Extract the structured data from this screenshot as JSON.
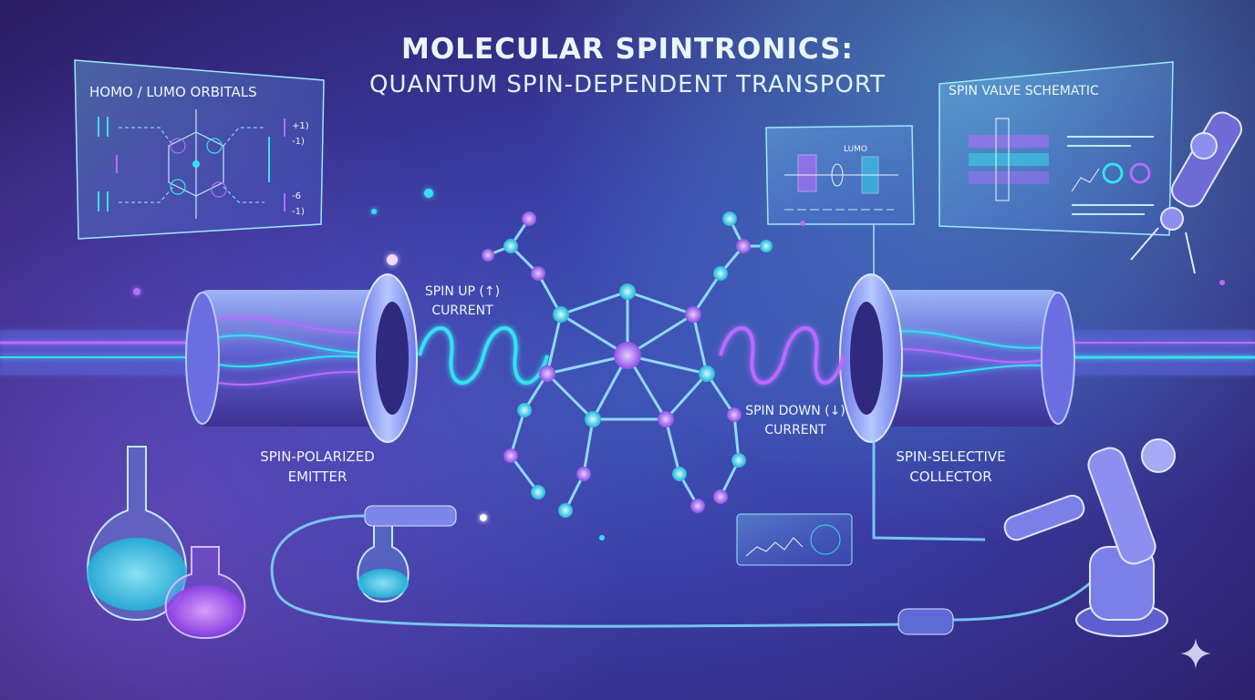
{
  "title": {
    "line1": "MOLECULAR SPINTRONICS:",
    "line2": "QUANTUM SPIN-DEPENDENT TRANSPORT"
  },
  "panels": {
    "left_panel_title": "HOMO / LUMO ORBITALS",
    "center_panel_tag": "LUMO",
    "right_panel_title": "SPIN VALVE SCHEMATIC",
    "left_panel_levels": [
      "+1)",
      "-1)",
      "-6",
      "-1)"
    ]
  },
  "labels": {
    "spin_up_line1": "SPIN UP (↑)",
    "spin_up_line2": "CURRENT",
    "spin_down_line1": "SPIN DOWN (↓)",
    "spin_down_line2": "CURRENT",
    "emitter_line1": "SPIN-POLARIZED",
    "emitter_line2": "EMITTER",
    "collector_line1": "SPIN-SELECTIVE",
    "collector_line2": "COLLECTOR"
  },
  "colors": {
    "background": "#3a3fa6",
    "cyan": "#35e0f0",
    "violet": "#b66cff",
    "panel": "#9fe6ff",
    "text": "#eaf6ff"
  },
  "icons": {
    "corner": "sparkle-icon"
  }
}
